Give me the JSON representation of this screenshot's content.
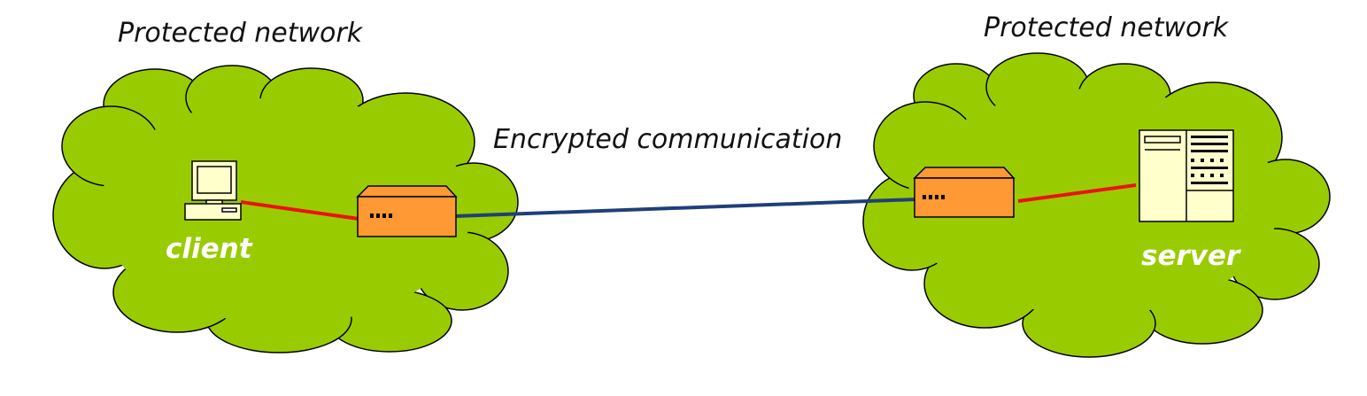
{
  "diagram": {
    "left_network": {
      "title": "Protected network",
      "node_label": "client"
    },
    "right_network": {
      "title": "Protected network",
      "node_label": "server"
    },
    "link_label": "Encrypted communication"
  },
  "colors": {
    "cloud_fill": "#99cc00",
    "cloud_stroke": "#000000",
    "gateway_fill": "#ff9933",
    "lan_link": "#ee1111",
    "tunnel_link": "#1f3f7a",
    "device_fill": "#ffffcc"
  }
}
